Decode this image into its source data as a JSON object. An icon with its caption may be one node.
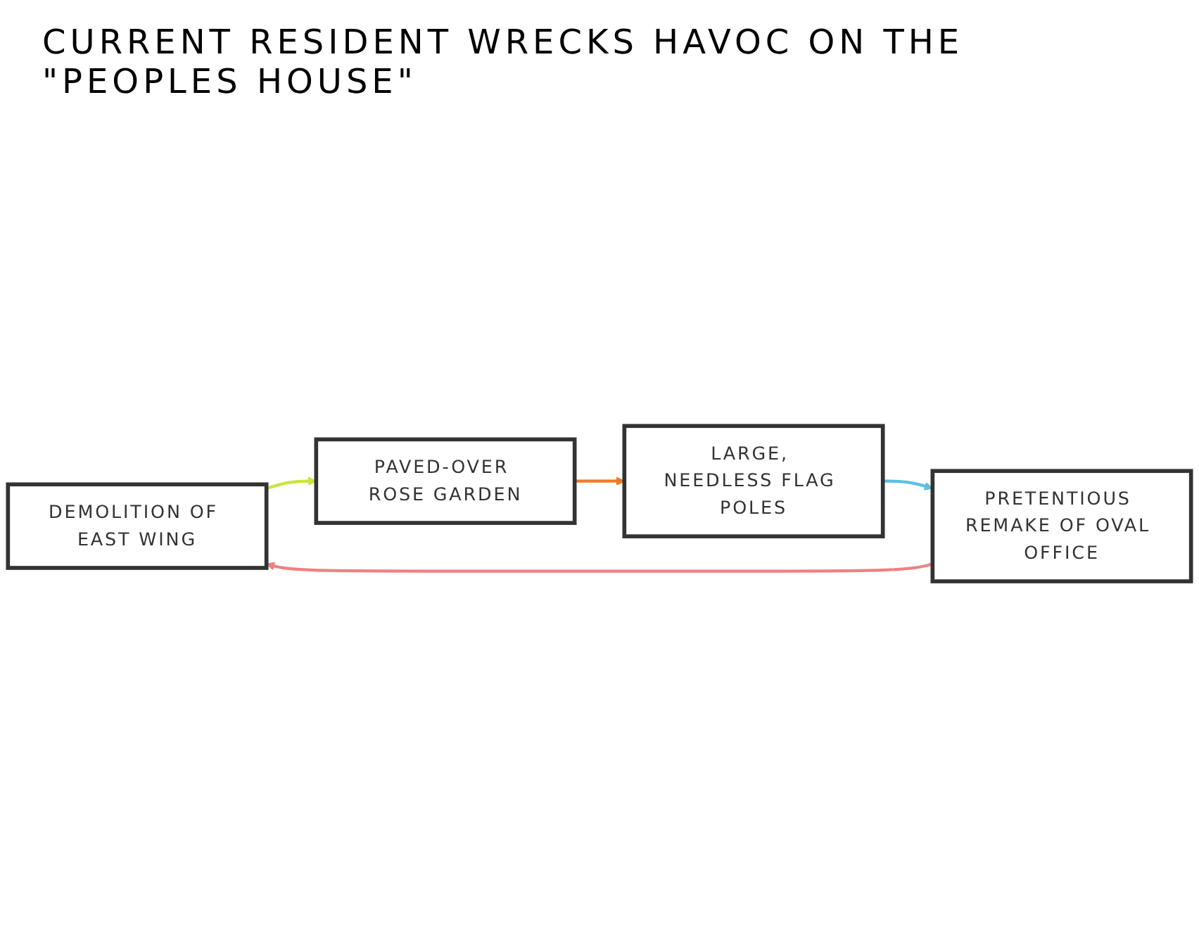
{
  "diagram": {
    "title": "CURRENT RESIDENT WRECKS HAVOC ON THE \"PEOPLES HOUSE\"",
    "nodes": [
      {
        "text": [
          "DEMOLITION OF EAST WING"
        ]
      },
      {
        "text": [
          "PAVED-OVER ROSE GARDEN"
        ]
      },
      {
        "text": [
          "LARGE, NEEDLESS FLAG POLES"
        ]
      },
      {
        "text": [
          "PRETENTIOUS REMAKE OF OVAL OFFICE"
        ]
      }
    ],
    "edges": [
      {
        "from": 0,
        "to": 1,
        "arrow": "to",
        "color": "#c8e63c"
      },
      {
        "from": 1,
        "to": 2,
        "arrow": "to",
        "color": "#f07a20"
      },
      {
        "from": 2,
        "to": 3,
        "arrow": "to",
        "color": "#5cc0e0"
      },
      {
        "from": 3,
        "to": 0,
        "arrow": "to",
        "color": "#f08080"
      }
    ]
  }
}
